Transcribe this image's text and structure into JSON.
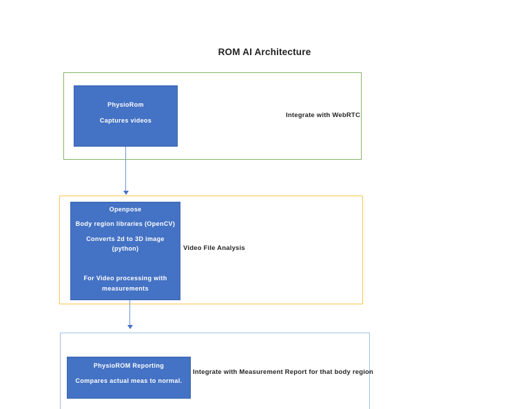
{
  "title": "ROM AI Architecture",
  "colors": {
    "node_fill": "#4472C4",
    "node_border": "#3A62B0",
    "node_text": "#FFFFFF",
    "section_capture_border": "#85B465",
    "section_analysis_border": "#FFC34D",
    "section_reporting_border": "#9CC3E5",
    "connector": "#4472C4",
    "label_text": "#262626",
    "background": "#FFFFFF"
  },
  "sections": [
    {
      "id": "capture",
      "label": "Integrate with WebRTC",
      "node_lines": [
        "PhysioRom",
        "Captures videos"
      ]
    },
    {
      "id": "video-analysis",
      "label": "Video File Analysis",
      "node_lines": [
        "Openpose",
        "Body region libraries (OpenCV)",
        "Converts 2d to 3D image",
        "(python)",
        "For Video processing with",
        "measurements"
      ]
    },
    {
      "id": "reporting",
      "label": "Integrate with Measurement Report for that body region",
      "node_lines": [
        "PhysioROM Reporting",
        "Compares actual meas to normal."
      ]
    }
  ],
  "connectors": [
    {
      "from": "capture",
      "to": "video-analysis",
      "direction": "down"
    },
    {
      "from": "video-analysis",
      "to": "reporting",
      "direction": "down"
    }
  ]
}
